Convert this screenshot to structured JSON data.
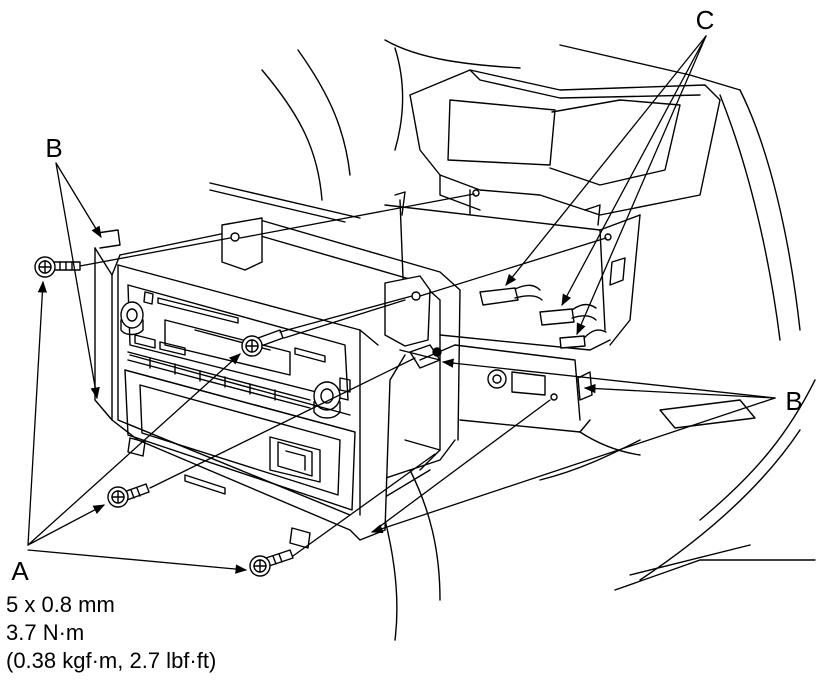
{
  "labels": {
    "a": "A",
    "b_left": "B",
    "b_right": "B",
    "c": "C"
  },
  "spec": {
    "size": "5 x 0.8 mm",
    "torque_nm": "3.7 N·m",
    "torque_alt": "(0.38 kgf·m, 2.7 lbf·ft)"
  },
  "colors": {
    "line": "#000000",
    "background": "#ffffff"
  }
}
